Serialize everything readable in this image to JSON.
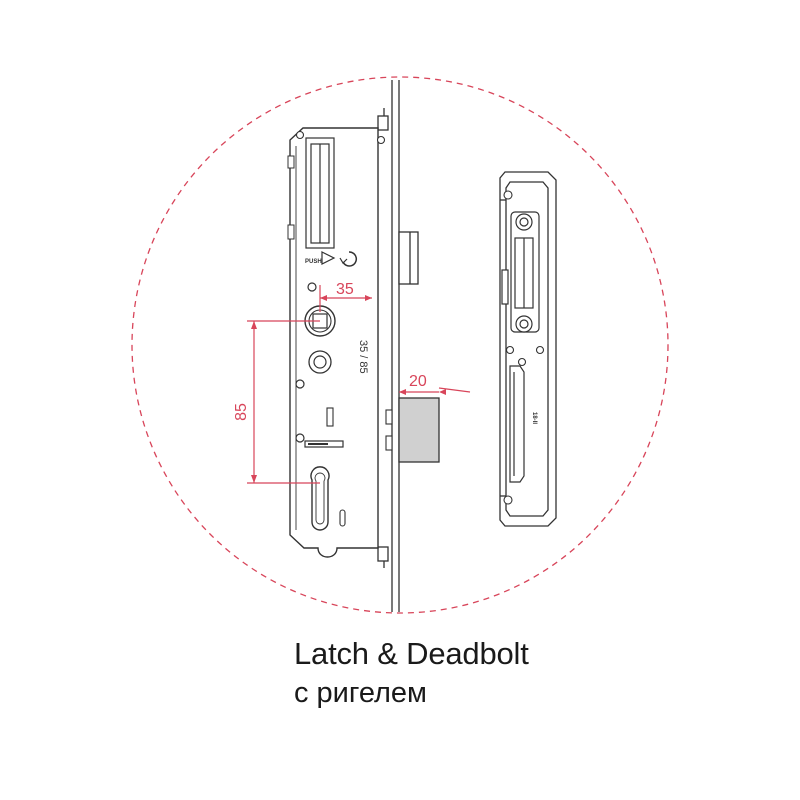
{
  "diagram": {
    "dimensions": {
      "backset": "35",
      "centre_distance": "85",
      "deadbolt_throw": "20"
    },
    "case_marking": "35 / 85",
    "push_label": "PUSH",
    "strike_marking": "18-II",
    "accent_color": "#d8455a",
    "line_color": "#333333",
    "icons": [
      "push-arrow-icon",
      "rotate-arrow-icon"
    ]
  },
  "caption": {
    "title": "Latch & Deadbolt",
    "subtitle": "с ригелем"
  }
}
